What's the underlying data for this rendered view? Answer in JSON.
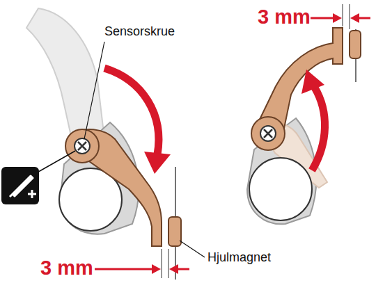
{
  "diagram": {
    "labels": [
      "Sensorskrue",
      "Hjulmagnet",
      "3 mm",
      "3 mm"
    ]
  }
}
